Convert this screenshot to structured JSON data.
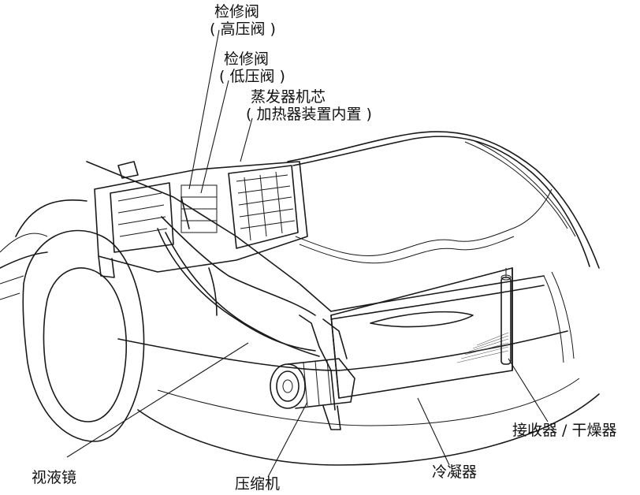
{
  "labels": {
    "service_valve_high": {
      "line1": "检修阀",
      "line2": "( 高压阀 )"
    },
    "service_valve_low": {
      "line1": "检修阀",
      "line2": "( 低压阀 )"
    },
    "evaporator_core": {
      "line1": "蒸发器机芯",
      "line2": "( 加热器装置内置 )"
    },
    "receiver_drier": "接收器 / 干燥器",
    "condenser": "冷凝器",
    "compressor": "压缩机",
    "sight_glass": "视液镜"
  }
}
